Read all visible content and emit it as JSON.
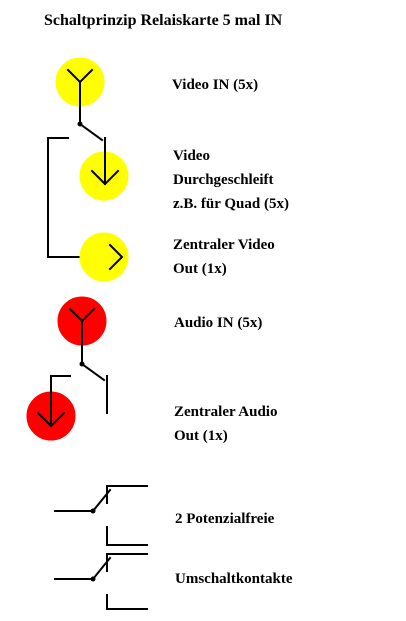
{
  "title": "Schaltprinzip Relaiskarte 5 mal IN",
  "labels": {
    "video_in": [
      "Video IN (5x)"
    ],
    "video_looped": [
      "Video",
      "Durchgeschleift",
      "z.B. für Quad (5x)"
    ],
    "video_out": [
      "Zentraler Video",
      "Out (1x)"
    ],
    "audio_in": [
      "Audio IN (5x)"
    ],
    "audio_out": [
      "Zentraler Audio",
      "Out (1x)"
    ],
    "contacts_1": [
      "2 Potenzialfreie"
    ],
    "contacts_2": [
      "Umschaltkontakte"
    ]
  },
  "colors": {
    "video": "#ffff00",
    "audio": "#ff0000",
    "line": "#000000"
  }
}
